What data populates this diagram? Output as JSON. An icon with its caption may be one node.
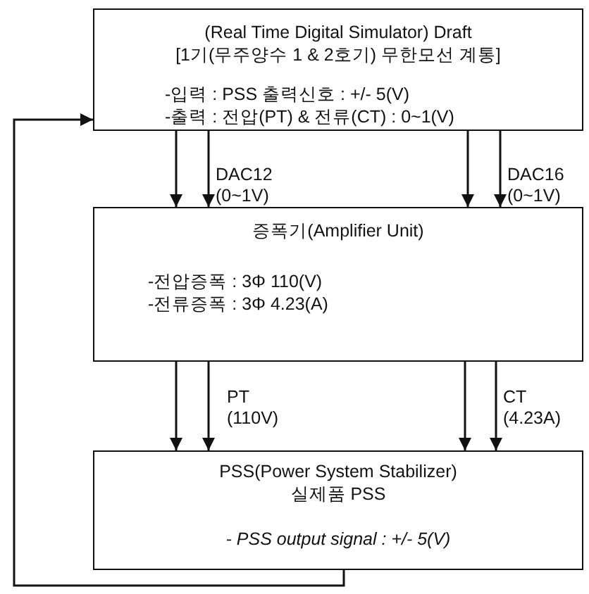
{
  "diagram": {
    "nodes": [
      {
        "text": [
          "(Real Time Digital Simulator) Draft",
          "[1기(무주양수 1 & 2호기) 무한모선 계통]",
          "-입력 : PSS 출력신호 : +/- 5(V)",
          "-출력 : 전압(PT) & 전류(CT) : 0~1(V)"
        ]
      },
      {
        "text": [
          "증폭기(Amplifier Unit)",
          "-전압증폭 : 3Φ 110(V)",
          "-전류증폭 : 3Φ 4.23(A)"
        ]
      },
      {
        "text": [
          "PSS(Power System Stabilizer)",
          "실제품 PSS",
          "- PSS output signal : +/- 5(V)"
        ]
      }
    ],
    "edges": [
      {
        "from": 0,
        "to": 1,
        "arrow": "to"
      },
      {
        "from": 0,
        "to": 1,
        "arrow": "to",
        "label": "DAC12 (0~1V)"
      },
      {
        "from": 0,
        "to": 1,
        "arrow": "to"
      },
      {
        "from": 0,
        "to": 1,
        "arrow": "to",
        "label": "DAC16 (0~1V)"
      },
      {
        "from": 1,
        "to": 2,
        "arrow": "to"
      },
      {
        "from": 1,
        "to": 2,
        "arrow": "to",
        "label": "PT (110V)"
      },
      {
        "from": 1,
        "to": 2,
        "arrow": "to"
      },
      {
        "from": 1,
        "to": 2,
        "arrow": "to",
        "label": "CT (4.23A)"
      },
      {
        "from": 2,
        "to": 0,
        "arrow": "to"
      }
    ]
  }
}
